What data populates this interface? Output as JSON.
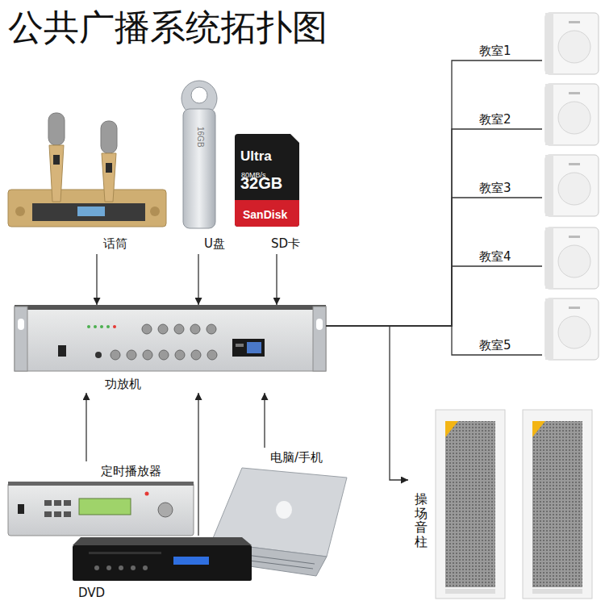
{
  "diagram": {
    "title": "公共广播系统拓扑图",
    "nodes": [
      {
        "text": [
          "话筒"
        ]
      },
      {
        "text": [
          "U盘"
        ]
      },
      {
        "text": [
          "SD卡"
        ]
      },
      {
        "text": [
          "功放机"
        ]
      },
      {
        "text": [
          "定时播放器"
        ]
      },
      {
        "text": [
          "电脑/手机"
        ]
      },
      {
        "text": [
          "DVD"
        ]
      },
      {
        "text": [
          "教室1"
        ]
      },
      {
        "text": [
          "教室2"
        ]
      },
      {
        "text": [
          "教室3"
        ]
      },
      {
        "text": [
          "教室4"
        ]
      },
      {
        "text": [
          "教室5"
        ]
      },
      {
        "text": [
          "操场音柱"
        ]
      }
    ],
    "edges": [
      {
        "from": 0,
        "to": 3,
        "arrow": "to"
      },
      {
        "from": 1,
        "to": 3,
        "arrow": "to"
      },
      {
        "from": 2,
        "to": 3,
        "arrow": "to"
      },
      {
        "from": 4,
        "to": 3,
        "arrow": "to"
      },
      {
        "from": 5,
        "to": 3,
        "arrow": "to"
      },
      {
        "from": 6,
        "to": 3,
        "arrow": "to"
      },
      {
        "from": 3,
        "to": 7,
        "arrow": "none"
      },
      {
        "from": 3,
        "to": 8,
        "arrow": "none"
      },
      {
        "from": 3,
        "to": 9,
        "arrow": "none"
      },
      {
        "from": 3,
        "to": 10,
        "arrow": "none"
      },
      {
        "from": 3,
        "to": 11,
        "arrow": "none"
      },
      {
        "from": 3,
        "to": 12,
        "arrow": "to"
      }
    ],
    "labels": [
      "16GB",
      "Ultra",
      "80MB/s",
      "32GB",
      "SanDisk"
    ]
  }
}
